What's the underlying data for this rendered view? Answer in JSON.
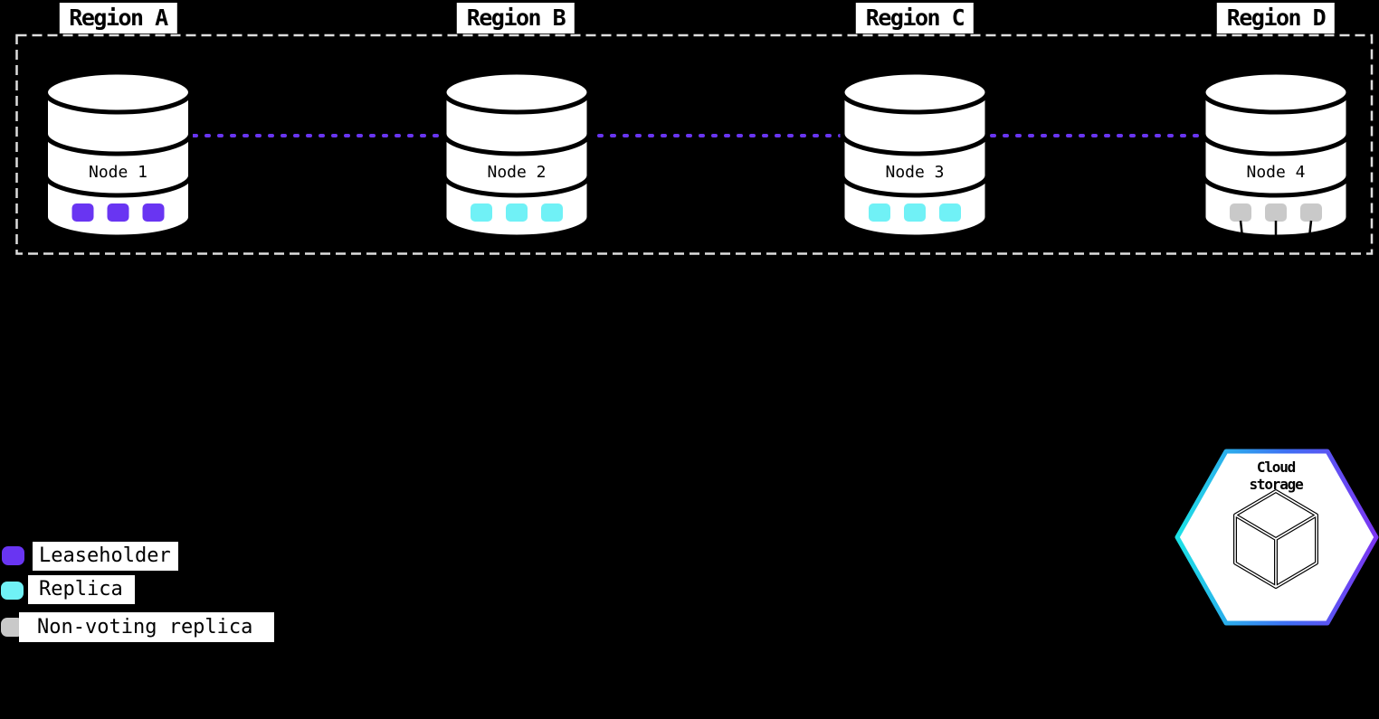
{
  "diagram": {
    "regions": [
      {
        "label": "Region A",
        "node": {
          "label": "Node 1",
          "replica_type": "leaseholder"
        }
      },
      {
        "label": "Region B",
        "node": {
          "label": "Node 2",
          "replica_type": "replica"
        }
      },
      {
        "label": "Region C",
        "node": {
          "label": "Node 3",
          "replica_type": "replica"
        }
      },
      {
        "label": "Region D",
        "node": {
          "label": "Node 4",
          "replica_type": "non_voting_replica"
        }
      }
    ],
    "cloud_storage": {
      "label": "Cloud storage"
    }
  },
  "legend": {
    "items": [
      {
        "label": "Leaseholder",
        "color": "#6935F2"
      },
      {
        "label": "Replica",
        "color": "#70F1F6"
      },
      {
        "label": "Non-voting replica",
        "color": "#C9C9C9"
      }
    ]
  },
  "colors": {
    "background": "#000000",
    "leaseholder": "#6935F2",
    "replica": "#70F1F6",
    "non_voting_replica": "#C9C9C9",
    "replication_link": "#6935F2",
    "region_boundary": "#DDDDDD",
    "hex_gradient_start": "#1CE2E5",
    "hex_gradient_mid": "#3E6FF3",
    "hex_gradient_end": "#7C36F2"
  }
}
